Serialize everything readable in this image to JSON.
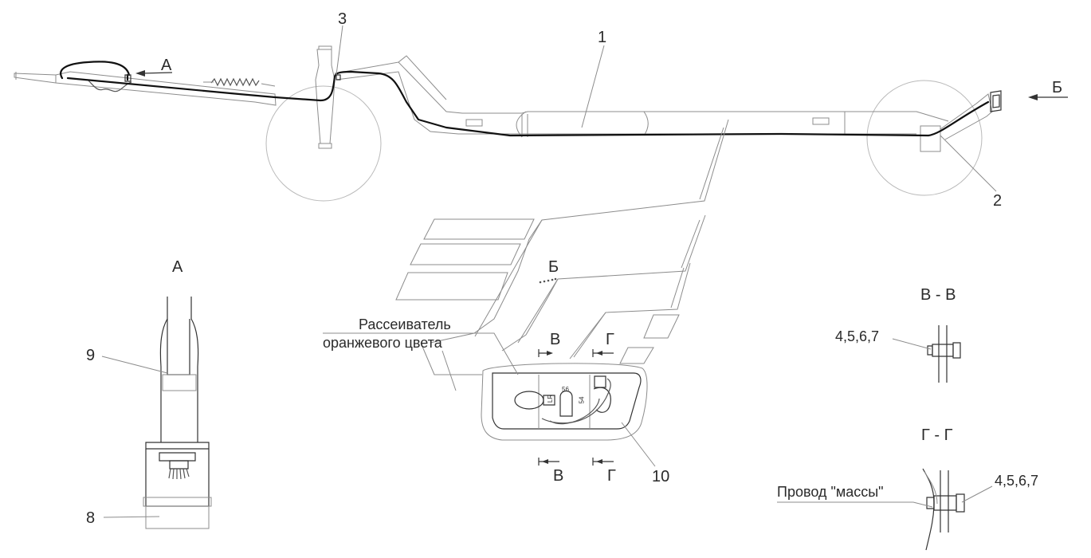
{
  "labels": {
    "callout_1": "1",
    "callout_2": "2",
    "callout_3": "3",
    "callout_8": "8",
    "callout_9": "9",
    "callout_10": "10",
    "arrow_a": "А",
    "arrow_b": "Б",
    "view_a_title": "А",
    "view_b_label": "Б",
    "section_vv_title": "В - В",
    "section_gg_title": "Г - Г",
    "section_v_top": "В",
    "section_g_top": "Г",
    "section_v_bottom": "В",
    "section_g_bottom": "Г",
    "lens_line1": "Рассеиватель",
    "lens_line2": "оранжевого цвета",
    "fasteners_vv": "4,5,6,7",
    "fasteners_gg": "4,5,6,7",
    "ground_wire": "Провод \"массы\"",
    "terminal_56": "56",
    "terminal_54": "54",
    "terminal_lr": "LR"
  },
  "colors": {
    "line": "#8c8c8c",
    "harness": "#111111",
    "text": "#2a2a2a"
  }
}
